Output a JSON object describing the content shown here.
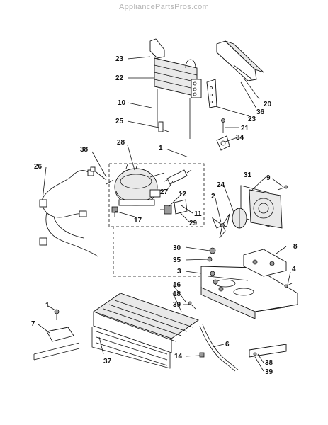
{
  "watermark": "AppliancePartsPros.com",
  "callouts": {
    "c23a": "23",
    "c22": "22",
    "c10": "10",
    "c25": "25",
    "c20": "20",
    "c36": "36",
    "c23b": "23",
    "c21": "21",
    "c34": "34",
    "c38a": "38",
    "c28": "28",
    "c1a": "1",
    "c9": "9",
    "c31": "31",
    "c26": "26",
    "c24": "24",
    "c2": "2",
    "c27": "27",
    "c12": "12",
    "c11": "11",
    "c17": "17",
    "c29": "29",
    "c30": "30",
    "c8": "8",
    "c35": "35",
    "c3": "3",
    "c4": "4",
    "c16": "16",
    "c18": "18",
    "c1b": "1",
    "c7": "7",
    "c39a": "39",
    "c6": "6",
    "c14": "14",
    "c37": "37",
    "c38b": "38",
    "c39b": "39"
  }
}
